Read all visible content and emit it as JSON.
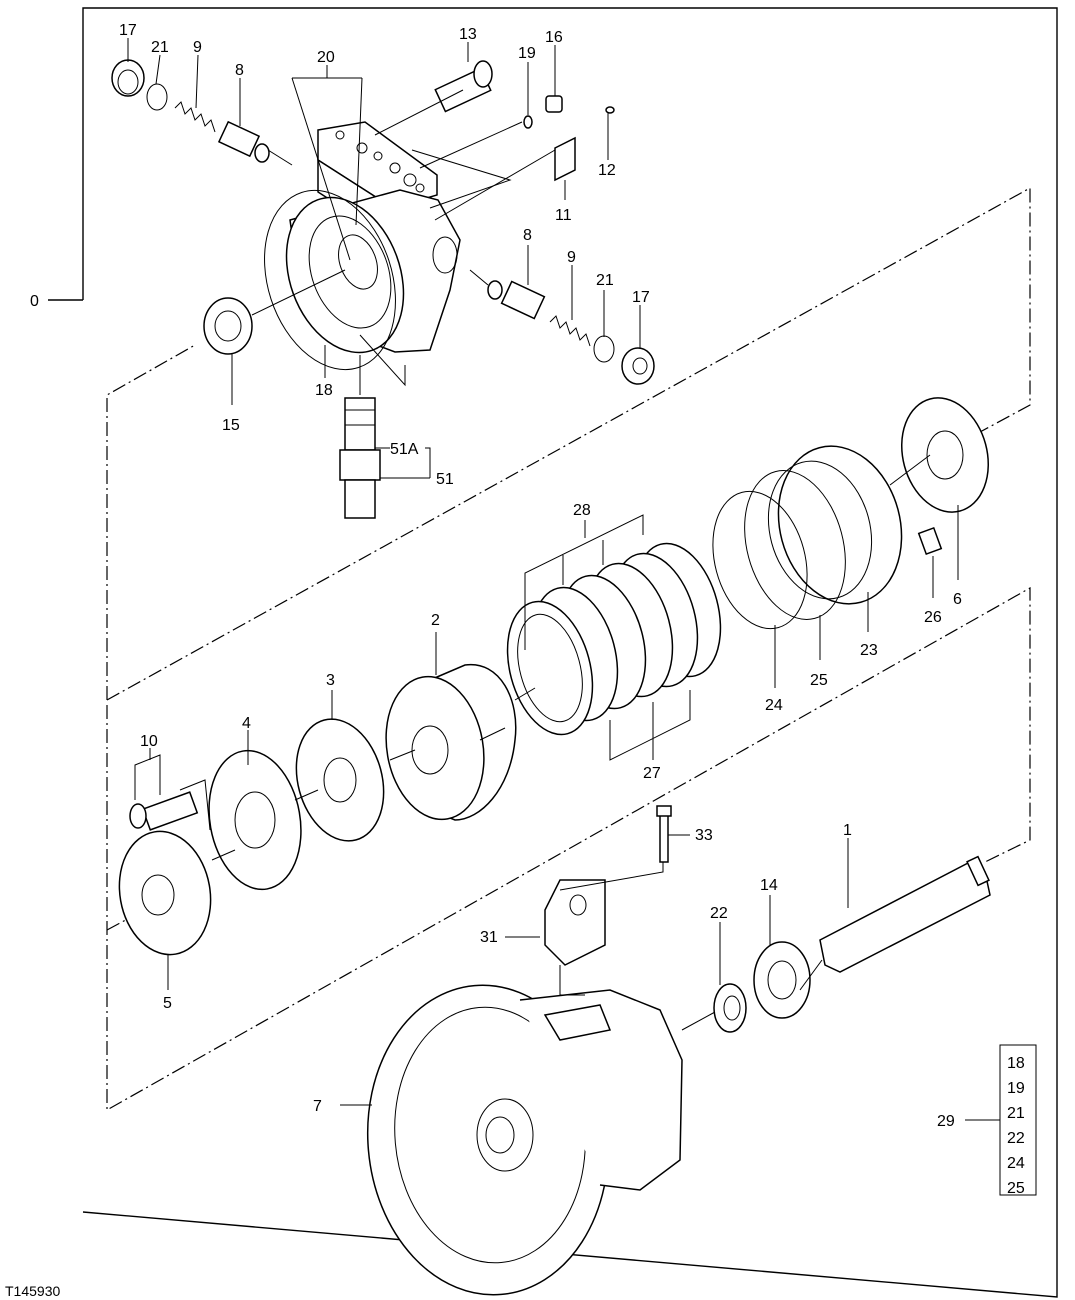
{
  "figure_id": "T145930",
  "callouts": {
    "c0": "0",
    "c1": "1",
    "c2": "2",
    "c3": "3",
    "c4": "4",
    "c5": "5",
    "c6": "6",
    "c7": "7",
    "c8a": "8",
    "c8b": "8",
    "c9a": "9",
    "c9b": "9",
    "c10": "10",
    "c11": "11",
    "c12": "12",
    "c13": "13",
    "c14": "14",
    "c15": "15",
    "c16": "16",
    "c17a": "17",
    "c17b": "17",
    "c18": "18",
    "c19": "19",
    "c20": "20",
    "c21a": "21",
    "c21b": "21",
    "c22": "22",
    "c23": "23",
    "c24": "24",
    "c25": "25",
    "c26": "26",
    "c27": "27",
    "c28": "28",
    "c29": "29",
    "c31": "31",
    "c33": "33",
    "c51": "51",
    "c51a": "51A"
  },
  "kit_29_items": [
    "18",
    "19",
    "21",
    "22",
    "24",
    "25"
  ]
}
